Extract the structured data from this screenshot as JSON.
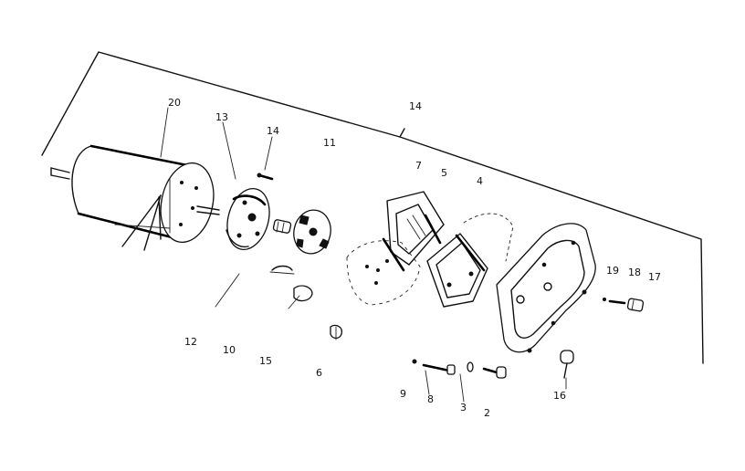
{
  "diagram": {
    "labels": {
      "l20": "20",
      "l13": "13",
      "l14a": "14",
      "l14b": "14",
      "l11": "11",
      "l7": "7",
      "l5": "5",
      "l4": "4",
      "l19": "19",
      "l18": "18",
      "l17": "17",
      "l12": "12",
      "l10": "10",
      "l15": "15",
      "l6": "6",
      "l9": "9",
      "l8": "8",
      "l3": "3",
      "l2": "2",
      "l16": "16"
    }
  }
}
